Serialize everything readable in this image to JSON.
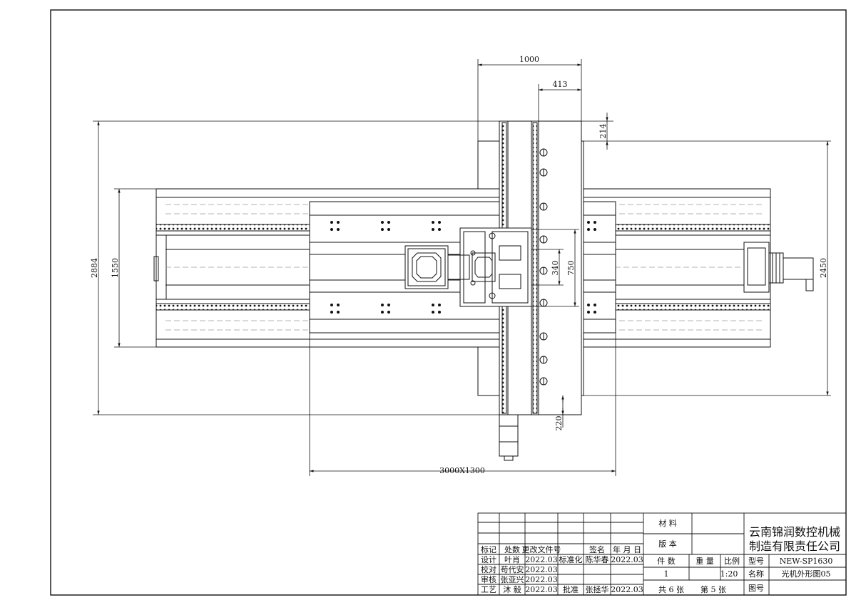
{
  "dimensions": {
    "top_1000": "1000",
    "top_413": "413",
    "right_214": "214",
    "left_2884": "2884",
    "left_1550": "1550",
    "right_2450": "2450",
    "mid_340": "340",
    "mid_750": "750",
    "bottom_220": "220",
    "bottom_table": "3000X1300"
  },
  "title_block": {
    "material_label": "材 料",
    "version_label": "版 本",
    "company_line1": "云南锦润数控机械",
    "company_line2": "制造有限责任公司",
    "h_biaoji": "标记",
    "h_chushu": "处数",
    "h_genggai": "更改文件号",
    "h_qianming": "签名",
    "h_date": "年 月 日",
    "r_sheji": "设计",
    "n_yexiao": "叶肖",
    "d_sheji": "2022.03",
    "r_biaozhun": "标准化",
    "n_chenhuachun": "陈华春",
    "d_biaozhun": "2022.03",
    "r_jiaodui": "校对",
    "n_goudaian": "苟代安",
    "d_jiaodui": "2022.03",
    "r_shenhe": "审核",
    "n_zhangyaxing": "张亚兴",
    "d_shenhe": "2022.03",
    "r_gongyi": "工艺",
    "n_muyi": "沐 毅",
    "d_gongyi": "2022.03",
    "r_pizhun": "批准",
    "n_zhangzhehua": "张拯华",
    "d_pizhun": "2022.03",
    "h_jianshu": "件 数",
    "h_zhongliang": "重 量",
    "h_bili": "比例",
    "v_jianshu": "1",
    "v_bili": "1:20",
    "h_xinghao": "型号",
    "v_xinghao": "NEW-SP1630",
    "h_mingcheng": "名称",
    "v_mingcheng": "光机外形图05",
    "h_tuhao": "图号",
    "sheets_total": "共 6 张",
    "sheets_current": "第 5 张"
  },
  "colors": {
    "line": "#111111",
    "hidden_line": "#9a9a9a",
    "background": "#ffffff"
  }
}
